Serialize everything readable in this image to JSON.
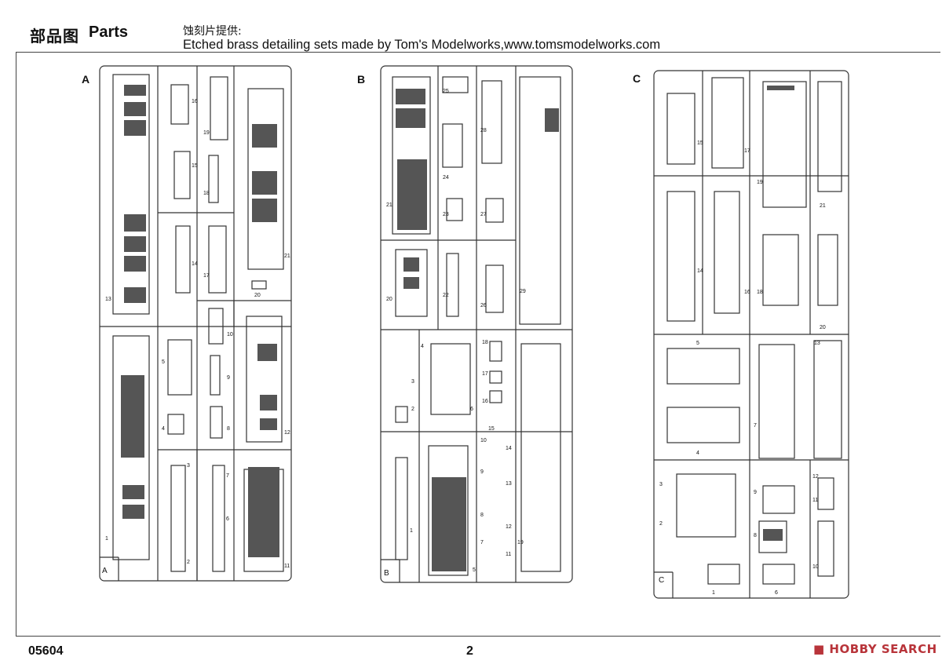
{
  "header": {
    "title_cn": "部品图",
    "title_en": "Parts",
    "credit_cn": "蚀刻片提供:",
    "credit_en": "Etched brass detailing sets made by Tom's Modelworks,www.tomsmodelworks.com"
  },
  "sprues": [
    {
      "letter": "A",
      "corner_letter": "A",
      "part_numbers": [
        "1",
        "2",
        "3",
        "4",
        "5",
        "6",
        "7",
        "8",
        "9",
        "10",
        "11",
        "12",
        "13",
        "14",
        "15",
        "16",
        "17",
        "18",
        "19",
        "20",
        "21"
      ]
    },
    {
      "letter": "B",
      "corner_letter": "B",
      "part_numbers": [
        "1",
        "2",
        "3",
        "4",
        "5",
        "6",
        "7",
        "8",
        "9",
        "10",
        "11",
        "12",
        "13",
        "14",
        "15",
        "16",
        "17",
        "18",
        "19",
        "20",
        "21",
        "22",
        "23",
        "24",
        "25",
        "26",
        "27",
        "28",
        "29"
      ]
    },
    {
      "letter": "C",
      "corner_letter": "C",
      "part_numbers": [
        "1",
        "2",
        "3",
        "4",
        "5",
        "6",
        "7",
        "8",
        "9",
        "10",
        "11",
        "12",
        "13",
        "14",
        "15",
        "16",
        "17",
        "18",
        "19",
        "20",
        "21"
      ]
    }
  ],
  "footer": {
    "product_code": "05604",
    "page_number": "2",
    "watermark": "HOBBY SEARCH"
  },
  "colors": {
    "line": "#333333",
    "hatch": "#555555",
    "watermark": "#b8343a"
  }
}
